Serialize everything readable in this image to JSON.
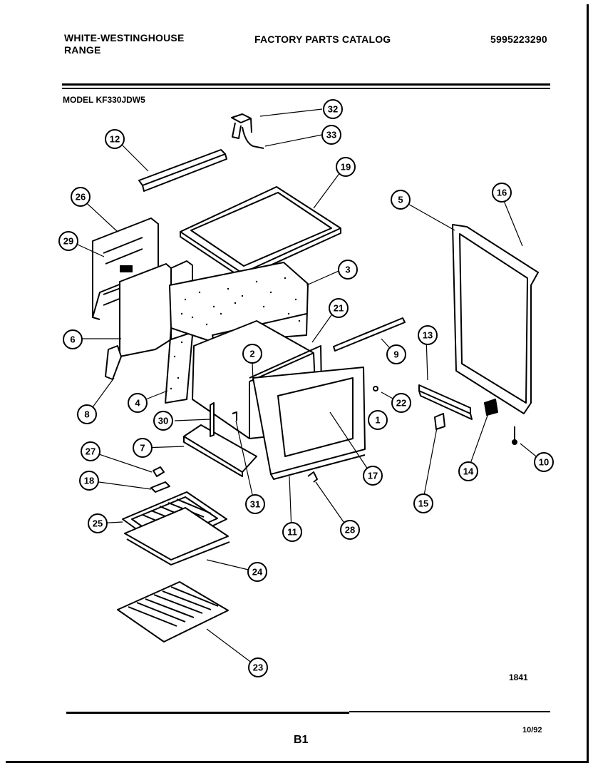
{
  "header": {
    "brand_line1": "WHITE-WESTINGHOUSE",
    "brand_line2": "RANGE",
    "catalog_title": "FACTORY PARTS CATALOG",
    "catalog_number": "5995223290"
  },
  "model_label": "MODEL KF330JDW5",
  "figure_code": "1841",
  "page_number": "B1",
  "date": "10/92",
  "callouts": [
    "32",
    "33",
    "12",
    "19",
    "26",
    "29",
    "5",
    "16",
    "3",
    "21",
    "6",
    "2",
    "9",
    "13",
    "8",
    "4",
    "22",
    "1",
    "30",
    "7",
    "27",
    "17",
    "14",
    "10",
    "18",
    "31",
    "15",
    "25",
    "11",
    "28",
    "24",
    "23"
  ]
}
